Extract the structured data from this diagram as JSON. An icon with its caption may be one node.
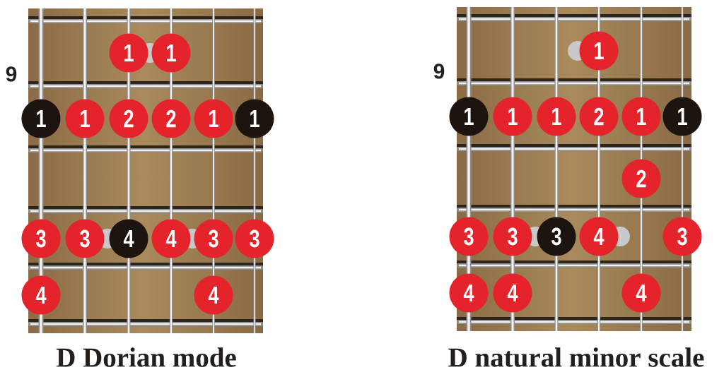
{
  "diagram": {
    "nodes": [
      {
        "text": [
          "1"
        ]
      },
      {
        "text": [
          "1"
        ]
      },
      {
        "text": [
          "1"
        ]
      },
      {
        "text": [
          "1"
        ]
      },
      {
        "text": [
          "2"
        ]
      },
      {
        "text": [
          "2"
        ]
      },
      {
        "text": [
          "1"
        ]
      },
      {
        "text": [
          "1"
        ]
      },
      {
        "text": [
          "3"
        ]
      },
      {
        "text": [
          "3"
        ]
      },
      {
        "text": [
          "4"
        ]
      },
      {
        "text": [
          "4"
        ]
      },
      {
        "text": [
          "3"
        ]
      },
      {
        "text": [
          "3"
        ]
      },
      {
        "text": [
          "4"
        ]
      },
      {
        "text": [
          "4"
        ]
      },
      {
        "text": [
          "1"
        ]
      },
      {
        "text": [
          "1"
        ]
      },
      {
        "text": [
          "1"
        ]
      },
      {
        "text": [
          "1"
        ]
      },
      {
        "text": [
          "2"
        ]
      },
      {
        "text": [
          "1"
        ]
      },
      {
        "text": [
          "1"
        ]
      },
      {
        "text": [
          "2"
        ]
      },
      {
        "text": [
          "3"
        ]
      },
      {
        "text": [
          "3"
        ]
      },
      {
        "text": [
          "3"
        ]
      },
      {
        "text": [
          "4"
        ]
      },
      {
        "text": [
          "3"
        ]
      },
      {
        "text": [
          "4"
        ]
      },
      {
        "text": [
          "4"
        ]
      },
      {
        "text": [
          "4"
        ]
      }
    ],
    "labels": [
      "9",
      "D Dorian mode",
      "9",
      "D natural minor scale"
    ]
  }
}
